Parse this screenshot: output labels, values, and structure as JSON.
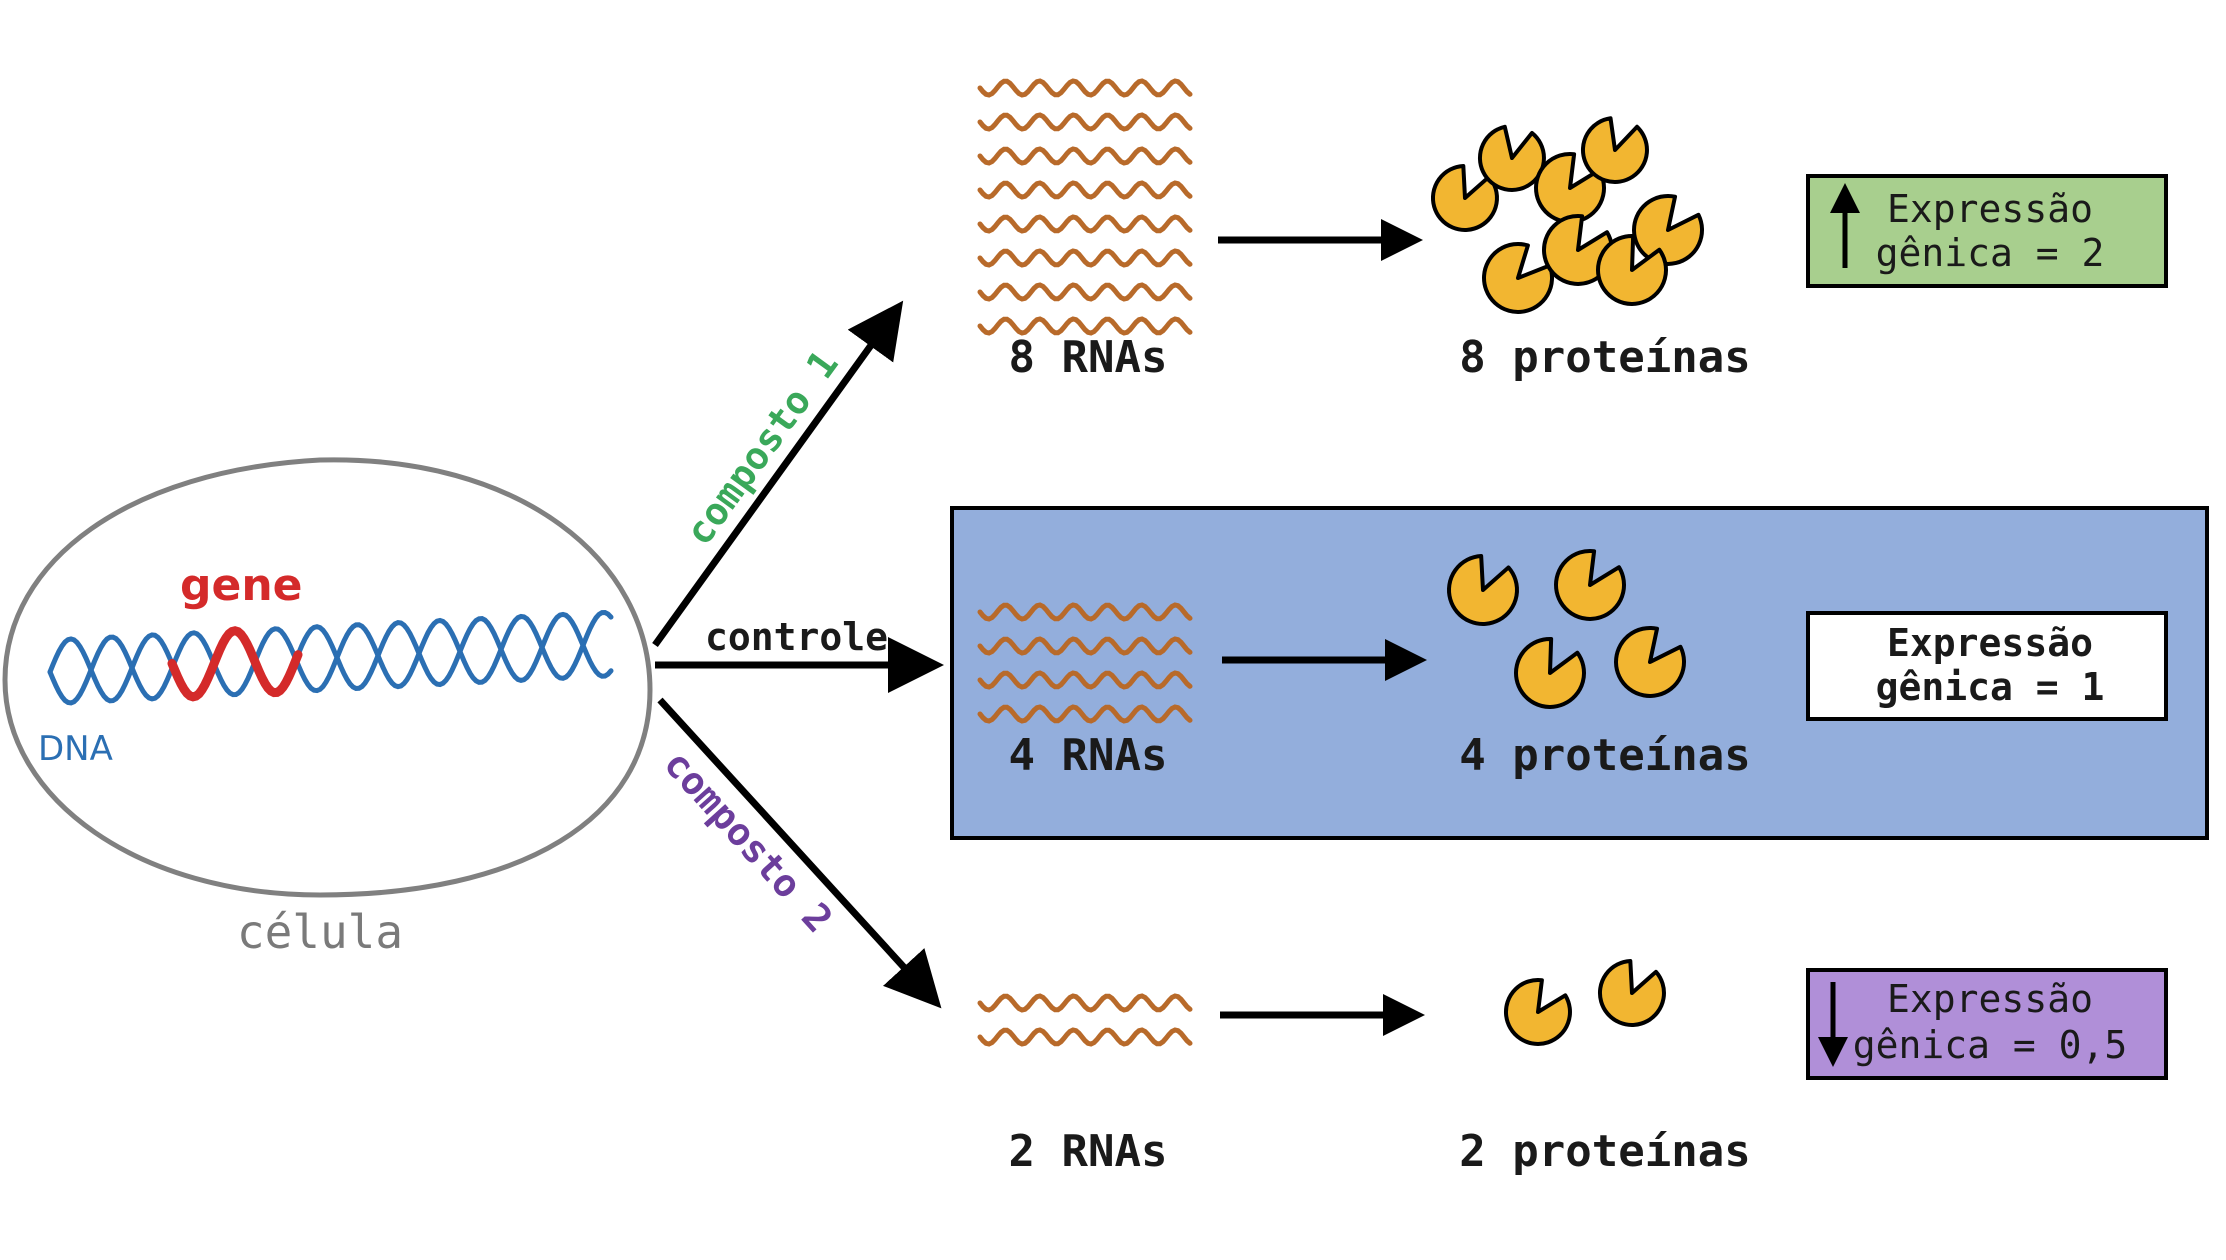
{
  "cell": {
    "label": "célula",
    "dna_label": "DNA",
    "gene_label": "gene"
  },
  "colors": {
    "dna": "#2b6fb3",
    "gene": "#d42a2a",
    "rna": "#b86a2a",
    "protein_fill": "#f2b631",
    "control_bg": "#93aedc",
    "up_bg": "#a8cf8e",
    "down_bg": "#b08fd8",
    "compound1": "#3aa85a",
    "compound2": "#6c3e9c",
    "cell_outline": "#808080"
  },
  "arrows": {
    "compound1": "composto 1",
    "control": "controle",
    "compound2": "composto 2"
  },
  "rows": [
    {
      "id": "compound1",
      "rna_count": 8,
      "protein_count": 8,
      "rna_label": "8 RNAs",
      "protein_label": "8 proteínas",
      "expression": {
        "line1": "Expressão",
        "line2": "gênica = 2",
        "trend": "up"
      }
    },
    {
      "id": "control",
      "rna_count": 4,
      "protein_count": 4,
      "rna_label": "4 RNAs",
      "protein_label": "4 proteínas",
      "expression": {
        "line1": "Expressão",
        "line2": "gênica = 1",
        "trend": "none"
      }
    },
    {
      "id": "compound2",
      "rna_count": 2,
      "protein_count": 2,
      "rna_label": "2 RNAs",
      "protein_label": "2 proteínas",
      "expression": {
        "line1": "Expressão",
        "line2": "gênica = 0,5",
        "trend": "down"
      }
    }
  ]
}
